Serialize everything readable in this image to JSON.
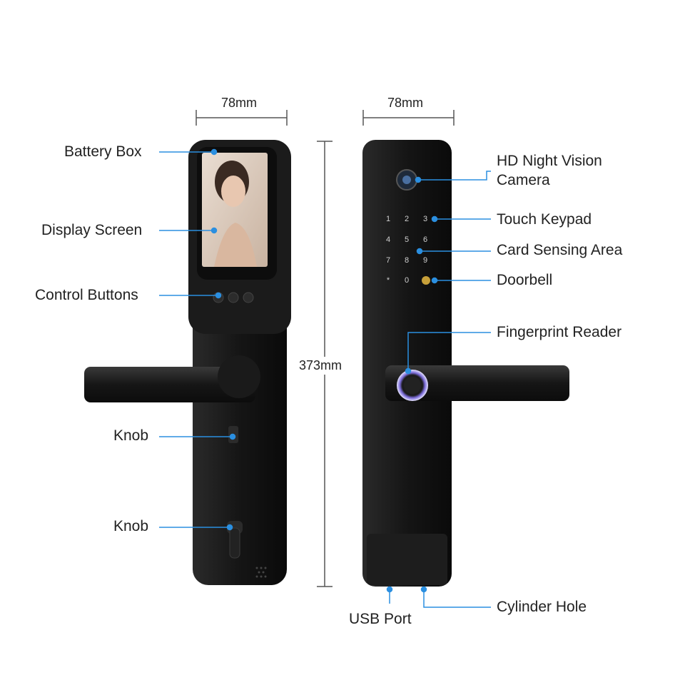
{
  "dimensions": {
    "front_width": "78mm",
    "back_width": "78mm",
    "height": "373mm"
  },
  "front_labels": {
    "battery_box": "Battery Box",
    "display_screen": "Display Screen",
    "control_buttons": "Control Buttons",
    "knob_upper": "Knob",
    "knob_lower": "Knob"
  },
  "back_labels": {
    "camera": "HD Night Vision\nCamera",
    "touch_keypad": "Touch Keypad",
    "card_sensing_area": "Card Sensing Area",
    "doorbell": "Doorbell",
    "fingerprint_reader": "Fingerprint Reader",
    "usb_port": "USB Port",
    "cylinder_hole": "Cylinder Hole"
  },
  "keypad": {
    "keys": [
      "1",
      "2",
      "3",
      "4",
      "5",
      "6",
      "7",
      "8",
      "9",
      "*",
      "0",
      ""
    ]
  },
  "colors": {
    "accent": "#2b8fe0",
    "lock_body": "#141414",
    "dimension_line": "#555555"
  }
}
